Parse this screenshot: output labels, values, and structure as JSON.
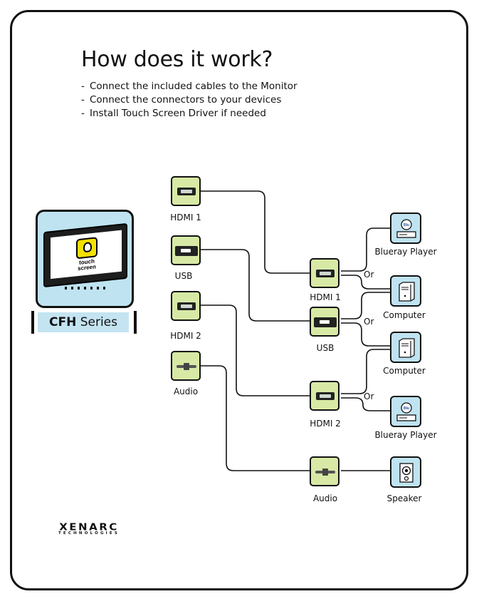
{
  "title": "How does it work?",
  "steps": [
    "Connect the included cables to the Monitor",
    "Connect the connectors to your devices",
    "Install Touch Screen Driver if needed"
  ],
  "monitor": {
    "badge_text": "touch screen",
    "series_bold": "CFH",
    "series_rest": "Series",
    "box_color": "#bfe3f1"
  },
  "cables": [
    {
      "label": "HDMI 1",
      "icon": "hdmi-plug-icon"
    },
    {
      "label": "USB",
      "icon": "usb-plug-icon"
    },
    {
      "label": "HDMI 2",
      "icon": "hdmi-plug-icon"
    },
    {
      "label": "Audio",
      "icon": "audio-plug-icon"
    }
  ],
  "connectors": [
    {
      "label": "HDMI 1",
      "icon": "hdmi-plug-icon"
    },
    {
      "label": "USB",
      "icon": "usb-plug-icon"
    },
    {
      "label": "HDMI 2",
      "icon": "hdmi-plug-icon"
    },
    {
      "label": "Audio",
      "icon": "audio-plug-icon"
    }
  ],
  "devices": [
    {
      "label": "Blueray Player",
      "icon": "bluray-player-icon"
    },
    {
      "label": "Computer",
      "icon": "computer-tower-icon"
    },
    {
      "label": "Computer",
      "icon": "computer-tower-icon"
    },
    {
      "label": "Blueray Player",
      "icon": "bluray-player-icon"
    },
    {
      "label": "Speaker",
      "icon": "speaker-icon"
    }
  ],
  "or_label": "Or",
  "logo": {
    "name": "XENARC",
    "sub": "TECHNOLOGIES"
  },
  "colors": {
    "connector": "#d7e9a5",
    "device": "#bfe3f1",
    "line": "#111111"
  }
}
